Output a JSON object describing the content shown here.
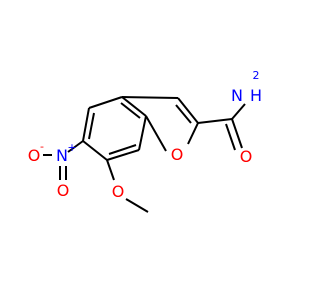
{
  "molecule": {
    "atoms": {
      "amine_n": "N",
      "amine_h2": "H",
      "carbonyl_o": "O",
      "furan_o": "O",
      "nitro_n": "N",
      "nitro_plus": "+",
      "nitro_o_left": "O",
      "nitro_o_left_charge": "-",
      "nitro_o_bottom": "O",
      "methoxy_o": "O"
    },
    "colors": {
      "bond": "#000000",
      "nitrogen": "#0000ff",
      "oxygen": "#ff0000"
    }
  }
}
